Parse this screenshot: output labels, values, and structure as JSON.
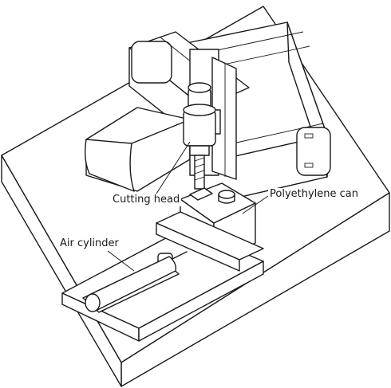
{
  "labels": {
    "cutting_head": "Cutting head",
    "polyethylene_can": "Polyethylene can",
    "air_cylinder": "Air cylinder"
  }
}
